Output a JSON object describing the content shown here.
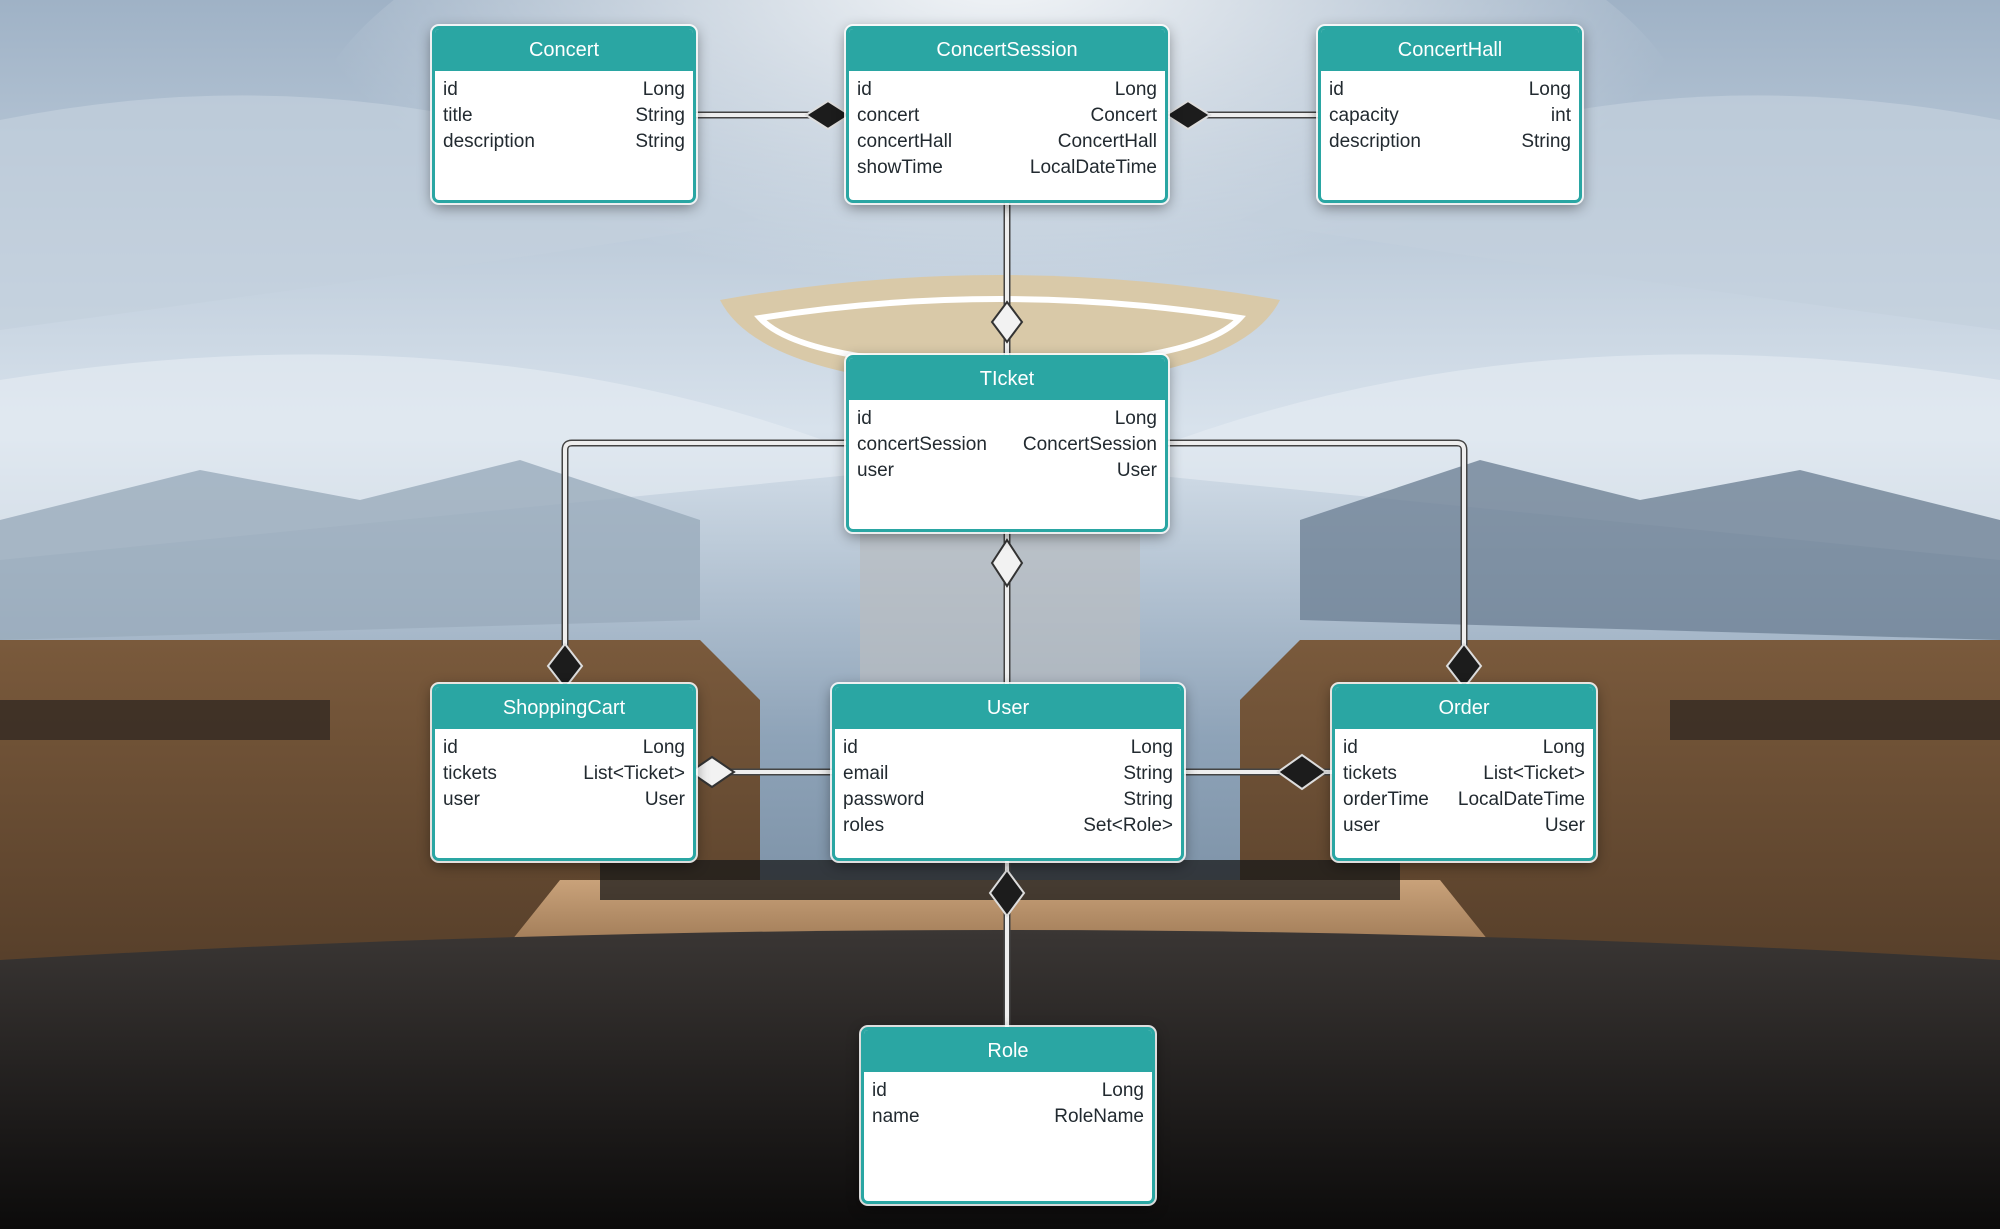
{
  "colors": {
    "header": "#2aa6a3",
    "box_border": "#2aa6a3",
    "connector": "#ececec",
    "diamond_filled": "#1c1c1c",
    "diamond_hollow": "#f2f2f2"
  },
  "entities": {
    "concert": {
      "name": "Concert",
      "fields": [
        {
          "name": "id",
          "type": "Long"
        },
        {
          "name": "title",
          "type": "String"
        },
        {
          "name": "description",
          "type": "String"
        }
      ]
    },
    "concert_session": {
      "name": "ConcertSession",
      "fields": [
        {
          "name": "id",
          "type": "Long"
        },
        {
          "name": "concert",
          "type": "Concert"
        },
        {
          "name": "concertHall",
          "type": "ConcertHall"
        },
        {
          "name": "showTime",
          "type": "LocalDateTime"
        }
      ]
    },
    "concert_hall": {
      "name": "ConcertHall",
      "fields": [
        {
          "name": "id",
          "type": "Long"
        },
        {
          "name": "capacity",
          "type": "int"
        },
        {
          "name": "description",
          "type": "String"
        }
      ]
    },
    "ticket": {
      "name": "TIcket",
      "fields": [
        {
          "name": "id",
          "type": "Long"
        },
        {
          "name": "concertSession",
          "type": "ConcertSession"
        },
        {
          "name": "user",
          "type": "User"
        }
      ]
    },
    "shopping_cart": {
      "name": "ShoppingCart",
      "fields": [
        {
          "name": "id",
          "type": "Long"
        },
        {
          "name": "tickets",
          "type": "List<Ticket>"
        },
        {
          "name": "user",
          "type": "User"
        }
      ]
    },
    "user": {
      "name": "User",
      "fields": [
        {
          "name": "id",
          "type": "Long"
        },
        {
          "name": "email",
          "type": "String"
        },
        {
          "name": "password",
          "type": "String"
        },
        {
          "name": "roles",
          "type": "Set<Role>"
        }
      ]
    },
    "order": {
      "name": "Order",
      "fields": [
        {
          "name": "id",
          "type": "Long"
        },
        {
          "name": "tickets",
          "type": "List<Ticket>"
        },
        {
          "name": "orderTime",
          "type": "LocalDateTime"
        },
        {
          "name": "user",
          "type": "User"
        }
      ]
    },
    "role": {
      "name": "Role",
      "fields": [
        {
          "name": "id",
          "type": "Long"
        },
        {
          "name": "name",
          "type": "RoleName"
        }
      ]
    }
  }
}
